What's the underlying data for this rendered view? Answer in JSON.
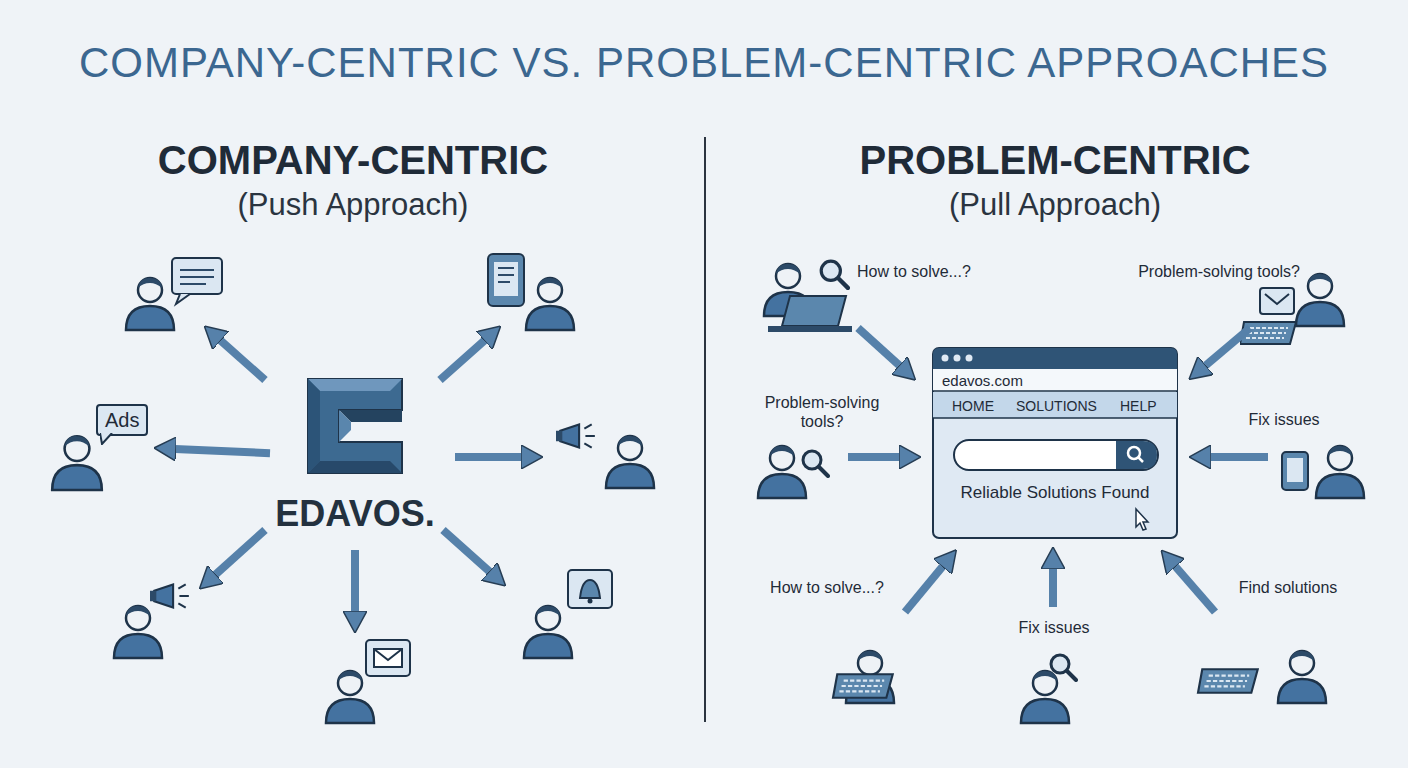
{
  "diagram": {
    "title": "COMPANY-CENTRIC VS. PROBLEM-CENTRIC APPROACHES",
    "nodes": [
      {
        "text": [
          "EDAVOS."
        ]
      },
      {
        "text": [
          "Ads"
        ]
      },
      {
        "text": [
          "edavos.com",
          "HOME",
          "SOLUTIONS",
          "HELP",
          "Reliable Solutions Found"
        ]
      }
    ],
    "edges": [
      {
        "from": 0,
        "to": 1,
        "arrow": "to"
      }
    ],
    "labels": [
      "COMPANY-CENTRIC",
      "(Push Approach)",
      "PROBLEM-CENTRIC",
      "(Pull Approach)",
      "How to solve...?",
      "Problem-solving tools?",
      "Problem-solving tools?",
      "Fix issues",
      "How to solve...?",
      "Fix issues",
      "Find solutions"
    ]
  }
}
